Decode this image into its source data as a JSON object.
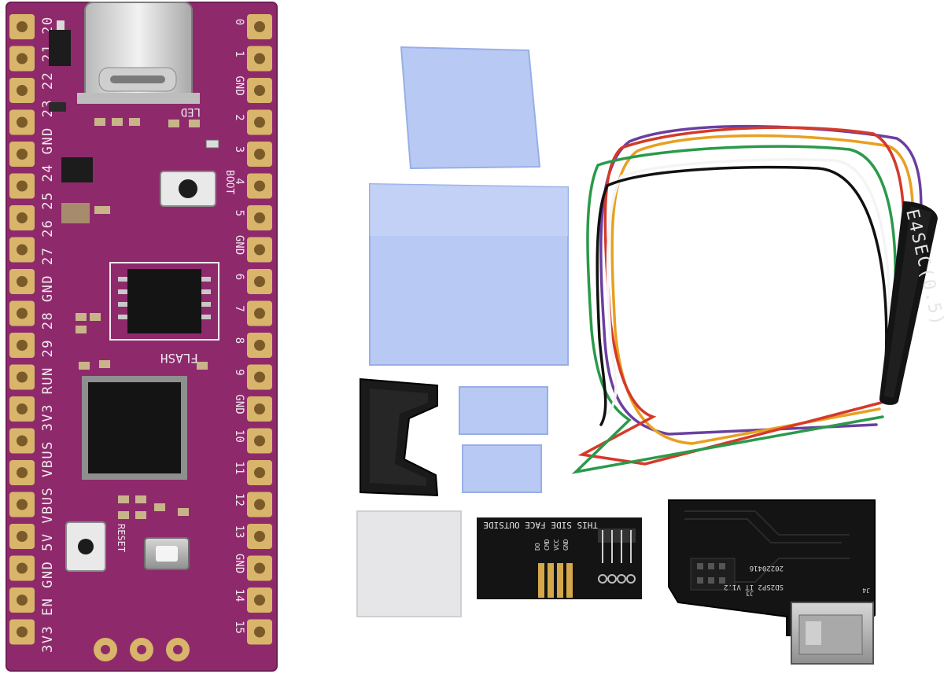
{
  "board": {
    "left_pins": [
      "",
      "",
      "",
      "",
      "",
      "",
      "",
      "",
      "",
      "",
      "",
      "",
      "",
      "",
      "",
      "",
      "",
      "",
      "",
      ""
    ],
    "right_pins": [
      "0",
      "1",
      "GND",
      "2",
      "3",
      "4",
      "5",
      "GND",
      "6",
      "7",
      "8",
      "9",
      "GND",
      "10",
      "11",
      "12",
      "13",
      "GND",
      "14",
      "15"
    ],
    "left_side_text": "3V3 EN GND 5V VBUS VBUS 3V3 RUN 29 28 GND 27 26 25 24 GND 23 22 21 20",
    "flash_label": "FLASH",
    "boot_label": "BOOT",
    "led_label": "LED",
    "reset_label": "RESET",
    "colors": {
      "pcb": "#8e2a6c",
      "pad": "#d8b56a",
      "silk": "#f2e8ee",
      "chip": "#141414"
    }
  },
  "cable": {
    "sleeve_text": "E4SEC(0.5)",
    "wire_colors": [
      "#6a3fa0",
      "#e8a020",
      "#d43a2a",
      "#2a9a4a",
      "#ffffff",
      "#111111"
    ]
  },
  "adapter_card": {
    "text": "THIS SIDE FACE OUTSIDE",
    "pin_labels": [
      "DO",
      "CMD",
      "VCC",
      "GND"
    ]
  },
  "sd_board": {
    "date_code": "20220416",
    "version": "SD2SP2 IT V1.2",
    "j_label": "J3",
    "j4_label": "J4"
  },
  "pads": {
    "colors": {
      "blue": "#b8caf3",
      "blue_edge": "#98aee6",
      "grey": "#e6e6e8"
    }
  }
}
